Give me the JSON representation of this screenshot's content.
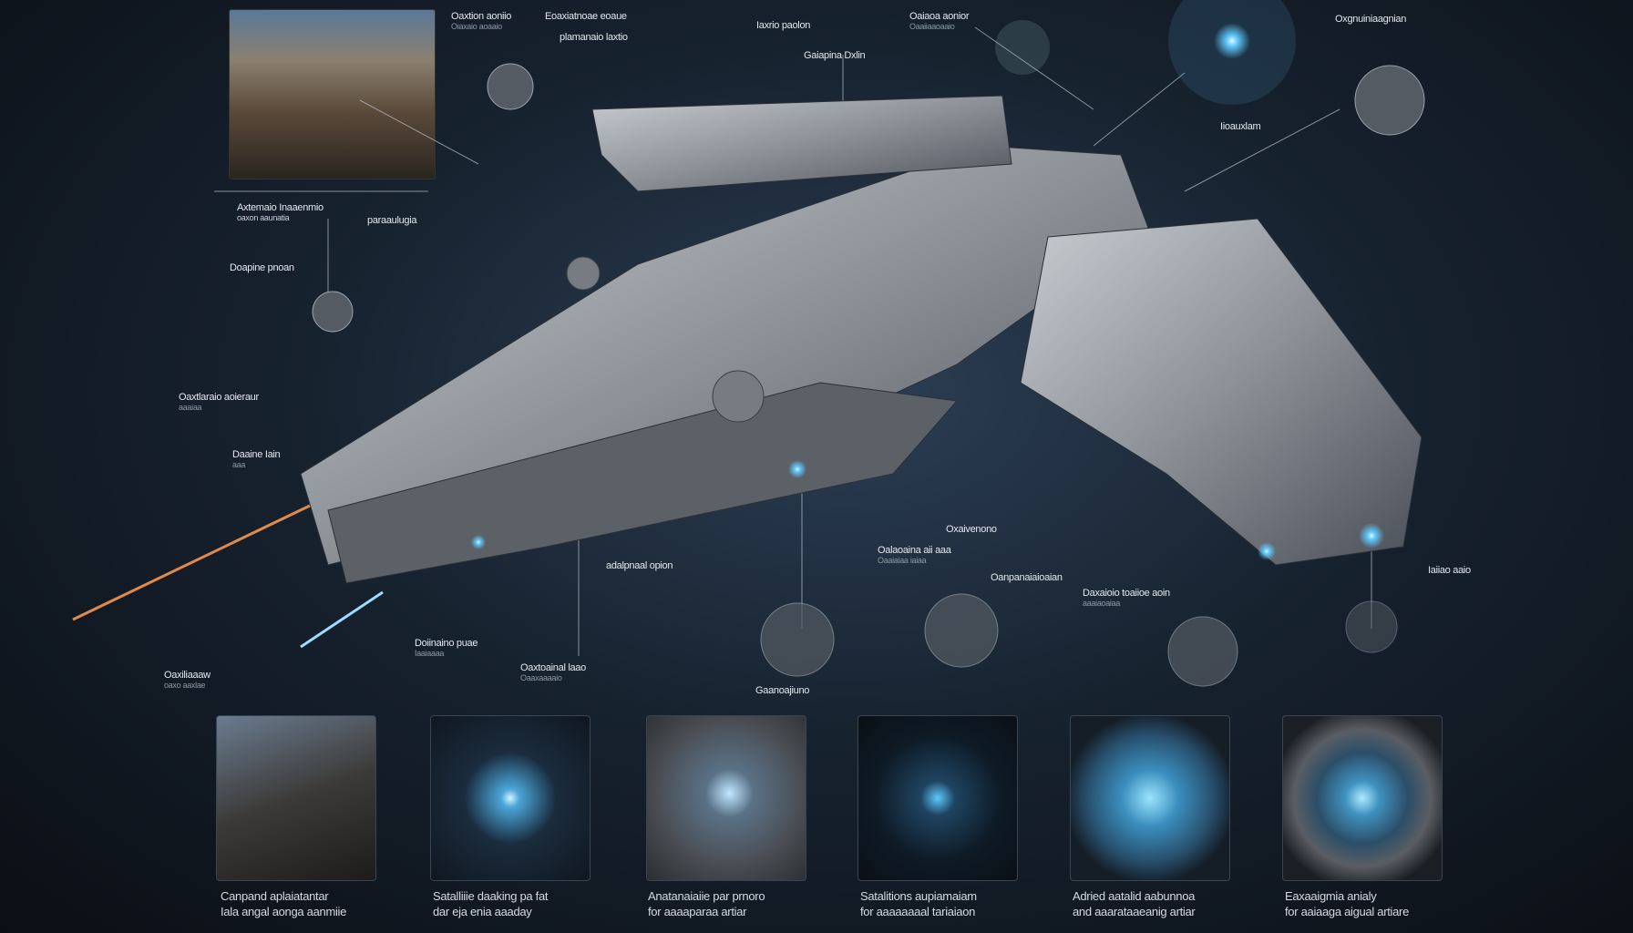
{
  "labels": [
    {
      "text": "Oaxtion aoniio",
      "sub": "Oiaxaio aoaaio"
    },
    {
      "text": "Eoaxiatnoae eoaue",
      "sub": ""
    },
    {
      "text": "plamanaio laxtio",
      "sub": ""
    },
    {
      "text": "Iaxrio paolon",
      "sub": ""
    },
    {
      "text": "Gaiapina Dxlin",
      "sub": ""
    },
    {
      "text": "Oaiaoa aonior",
      "sub": "Oaaiiaaoaaio"
    },
    {
      "text": "Oxgnuiniaagnian",
      "sub": ""
    },
    {
      "text": "Iioauxlam",
      "sub": ""
    },
    {
      "text": "Axtemaio Inaaenmio",
      "sub": "oaxon aaunatia"
    },
    {
      "text": "paraaulugia",
      "sub": ""
    },
    {
      "text": "Doapine pnoan",
      "sub": ""
    },
    {
      "text": "Oaxtlaraio aoieraur",
      "sub": "aaaiaa"
    },
    {
      "text": "Daaine Iain",
      "sub": "aaa"
    },
    {
      "text": "Oxaivenono",
      "sub": ""
    },
    {
      "text": "Oalaoaina aii aaa",
      "sub": "Oaaiaiaa iaiaa"
    },
    {
      "text": "adalpnaal opion",
      "sub": ""
    },
    {
      "text": "Oanpanaiaioaian",
      "sub": ""
    },
    {
      "text": "Daxaioio toaiioe aoin",
      "sub": "aaaiaoaiaa"
    },
    {
      "text": "Iaiiao aaio",
      "sub": ""
    },
    {
      "text": "Doiinaino puae",
      "sub": "Iaaiaaaa"
    },
    {
      "text": "Oaxtoainal laao",
      "sub": "Oaaxaaaaio"
    },
    {
      "text": "Oaxiliaaaw",
      "sub": "oaxo aaxlae"
    },
    {
      "text": "Gaanoajiuno",
      "sub": ""
    }
  ],
  "captions": [
    {
      "line1": "Canpand aplaiatantar",
      "line2": "Iala angal aonga aanmiie"
    },
    {
      "line1": "Satalliiie daaking pa fat",
      "line2": "dar eja enia aaaday"
    },
    {
      "line1": "Anatanaiaiie par prnoro",
      "line2": "for aaaaparaa artiar"
    },
    {
      "line1": "Satalitions aupiamaiam",
      "line2": "for aaaaaaaal tariaiaon"
    },
    {
      "line1": "Adried aatalid aabunnoa",
      "line2": "and aaarataaeanig artiar"
    },
    {
      "line1": "Eaxaaigmia anialy",
      "line2": "for aaiaaga aigual artiare"
    }
  ],
  "colors": {
    "accent": "#5fc8ff",
    "hull": "#9a9fa6"
  }
}
